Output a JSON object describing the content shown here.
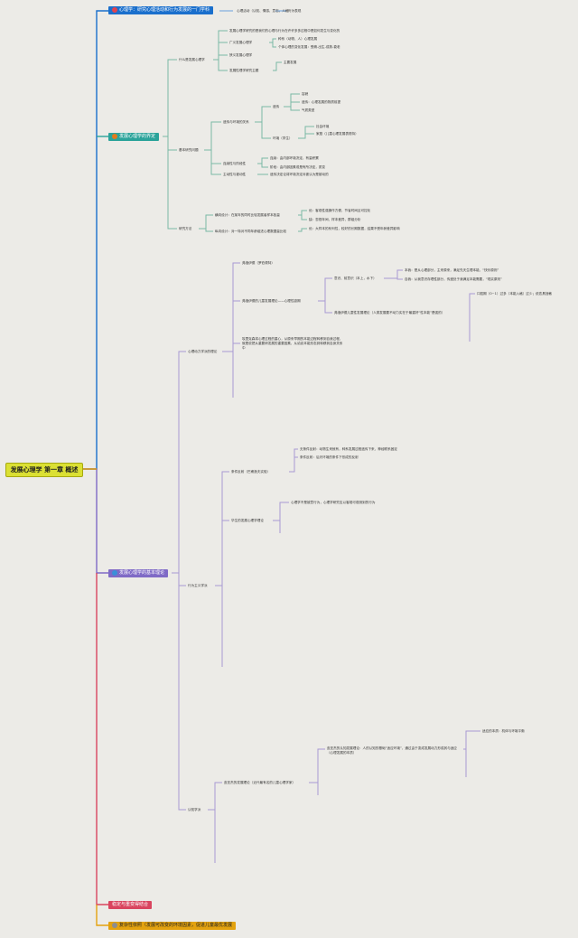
{
  "root": {
    "label": "发展心理学 第一章 概述"
  },
  "branches": {
    "b1": {
      "label": "心理学：研究心理活动和行为发展的一门学科",
      "color": "#1a6fcc"
    },
    "b2": {
      "label": "发展心理学的界定",
      "color": "#2aa39a"
    },
    "b3": {
      "label": "发展心理学的基本理论",
      "color": "#7f6ac6"
    },
    "b4": {
      "label": "稳定与重变得结合",
      "color": "#d9455f"
    },
    "b5": {
      "label": "复杂性依照（发展可改变的环境因素，促进儿童最优发展",
      "color": "#e3a20f"
    }
  },
  "b1_sub": {
    "object": "心理活动（认知、情感、意志、人格）",
    "behavior": "行为表现"
  },
  "define": {
    "what": "什么是发展心理学",
    "what_items": [
      "发展心理学研究的是我们的心理与行为在许许多多过程中是如何发生与变化的",
      "广义发展心理学",
      "狭义发展心理学",
      "发展性理学研究主题"
    ],
    "broad_items": [
      "种系（动物、人）心理发展",
      "个体心理的变化发展：受精-出生-成熟-衰老"
    ],
    "topic_items": [
      "主要发展"
    ],
    "basic": "基本研究问题",
    "heredity_env": "遗传与环境的关系",
    "heredity": "遗传",
    "heredity_items": [
      "容貌",
      "遗传：心理发展的物质前提",
      "气质类型"
    ],
    "environment": "环境（学生）",
    "environment_items": [
      "社会环境",
      "家庭（儿童心理发展表现特）"
    ],
    "continuity": "连续性与阶段性",
    "continuity_items": [
      "连续：由内部环境决定，有量积累",
      "阶段：由内部因素或是有所决定，质变"
    ],
    "activity": "主动性与被动性",
    "activity_items": [
      "遗传决定论将环境决定对被认为是被动的"
    ],
    "method": "研究方法",
    "cross": "横向设计：在某年的同时比较发展者样本各量",
    "cross_items": [
      "优：客观性强操作方便，节省时间且可控化",
      "缺：忽视年间，样本差异，群组分析"
    ],
    "longit": "纵向设计：对一特对不同年龄组进心理数据量比较",
    "longit_items": [
      "优：大样本的系列性，较好的长期数据，结果不受年龄差异影响"
    ]
  },
  "theory": {
    "psycho": "心理动力学派的理论",
    "freud_intro": "弗洛伊德（罗伯顿特）",
    "freud": "弗洛伊德的儿童发展理论——心理性欲期",
    "id_group": "意识、前意识（本上，水下）",
    "id_items": [
      "本我：是从心理部分，主来原来，满足先天生理本能，“快乐原则”",
      "自我：从我意识存理性部分，传递处于我满足本能需要，“现实原则”"
    ],
    "stages": "弗洛伊德儿童性发展理论（人类发展要不动力实在于最重好“性本能”是强的）",
    "stage_items": [
      "口腔期（0~1）过多（本能入格）过少；依恋具挫敏"
    ],
    "erikson": "埃里克森将心理过程的重心，从原来早期的本能过程转移到自我过程，就是说把从重要研发展的重要因素，从幼克本能形态到转移到自身关系中",
    "behavior": "行为主义学派",
    "classical": "条件反射（巴甫洛夫实验）",
    "classical_items": [
      "无条件反射：动物生来就有，种系发展过程遗传下来，神经联系固定",
      "条件反射：后天环境的条件下形成的反射"
    ],
    "social": "华生的发展心理学理论",
    "social_items": [
      "心理学不是被意行为，心理学研究应以客观可观测到的行为"
    ],
    "cognitive": "认知学派",
    "piaget": "皮亚杰的发展理论（近代最有名的儿童心理学家）",
    "piaget_desc": "皮亚杰的认知发展理论：人的认知的基础“适应环境”，通过由于变成发展动力形成其与适应（心理发展的本质）",
    "adapt_items": [
      "适应的本质：机体与环境平衡"
    ]
  }
}
